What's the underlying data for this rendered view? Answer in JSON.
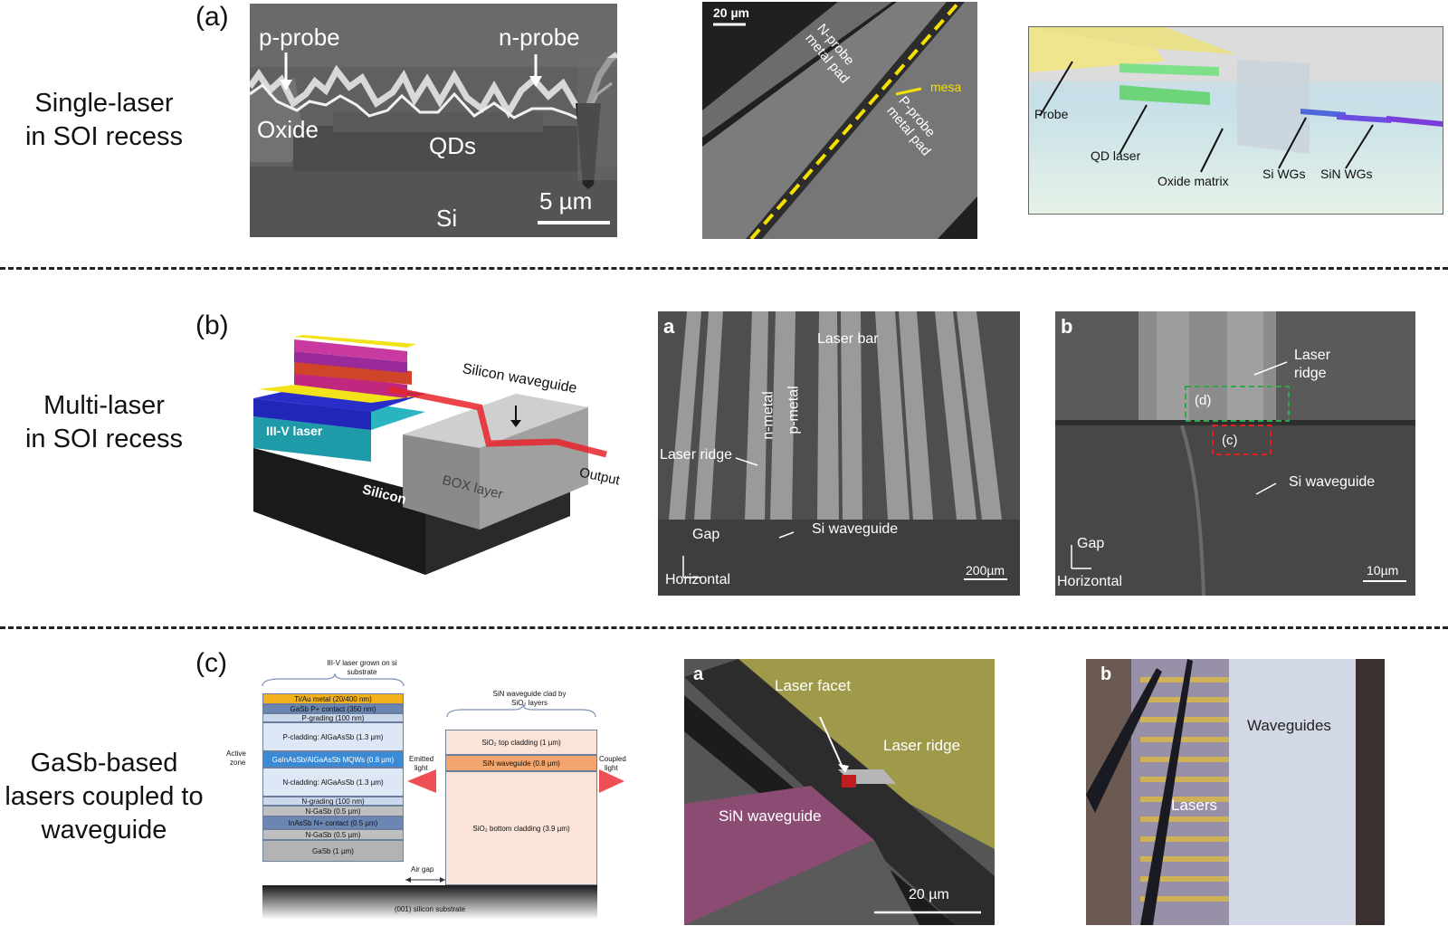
{
  "rows": [
    {
      "tag": "(a)",
      "label_lines": [
        "Single-laser",
        "in SOI recess"
      ]
    },
    {
      "tag": "(b)",
      "label_lines": [
        "Multi-laser",
        "in SOI recess"
      ]
    },
    {
      "tag": "(c)",
      "label_lines": [
        "GaSb-based",
        "lasers coupled to",
        "waveguide"
      ]
    }
  ],
  "a1": {
    "p_probe": "p-probe",
    "n_probe": "n-probe",
    "oxide": "Oxide",
    "qds": "QDs",
    "si": "Si",
    "scale": "5 µm"
  },
  "a2": {
    "scale": "20 µm",
    "n_pad": "N-probe metal pad",
    "p_pad": "P-probe metal pad",
    "mesa": "mesa"
  },
  "a3": {
    "probe": "Probe",
    "qd_laser": "QD laser",
    "oxide_matrix": "Oxide matrix",
    "si_wgs": "Si WGs",
    "sin_wgs": "SiN WGs"
  },
  "b1": {
    "si_wg": "Silicon waveguide",
    "iii_v": "III-V laser",
    "box": "BOX layer",
    "silicon": "Silicon",
    "output": "Output"
  },
  "b2": {
    "tag": "a",
    "laser_bar": "Laser bar",
    "n_metal": "n-metal",
    "p_metal": "p-metal",
    "ridge": "Laser ridge",
    "gap": "Gap",
    "si_wg": "Si waveguide",
    "horizontal": "Horizontal",
    "scale": "200µm"
  },
  "b3": {
    "tag": "b",
    "ridge_line1": "Laser",
    "ridge_line2": "ridge",
    "d": "(d)",
    "c": "(c)",
    "si_wg": "Si waveguide",
    "gap": "Gap",
    "horizontal": "Horizontal",
    "scale": "10µm"
  },
  "c1": {
    "left_title_line1": "III-V laser grown on si",
    "left_title_line2": "substrate",
    "right_title_line1": "SiN waveguide clad by",
    "right_title_line2": "SiO₂ layers",
    "active_zone_line1": "Active",
    "active_zone_line2": "zone",
    "emitted_line1": "Emitted",
    "emitted_line2": "light",
    "coupled_line1": "Coupled",
    "coupled_line2": "light",
    "air_gap": "Air gap",
    "substrate": "(001) silicon substrate",
    "left_layers": [
      "Ti/Au metal (20/400 nm)",
      "GaSb P+ contact (350 nm)",
      "P-grading (100 nm)",
      "P-cladding: AlGaAsSb (1.3 µm)",
      "GaInAsSb/AlGaAsSb MQWs (0.8 µm)",
      "N-cladding: AlGaAsSb (1.3 µm)",
      "N-grading (100 nm)",
      "N-GaSb (0.5 µm)",
      "InAsSb N+ contact (0.5 µm)",
      "N-GaSb (0.5 µm)",
      "GaSb (1 µm)"
    ],
    "right_layers": [
      "SiO₂ top cladding (1 µm)",
      "SiN waveguide (0.8 µm)",
      "SiO₂ bottom cladding (3.9 µm)"
    ]
  },
  "c2": {
    "tag": "a",
    "facet": "Laser facet",
    "ridge": "Laser ridge",
    "sin_wg": "SiN waveguide",
    "scale": "20 µm"
  },
  "c3": {
    "tag": "b",
    "waveguides": "Waveguides",
    "lasers": "Lasers"
  },
  "colors": {
    "yellow_dash": "#f5e000",
    "red_dash": "#e02020",
    "green_dash": "#2ea84a",
    "laser_red": "#e8232a"
  }
}
